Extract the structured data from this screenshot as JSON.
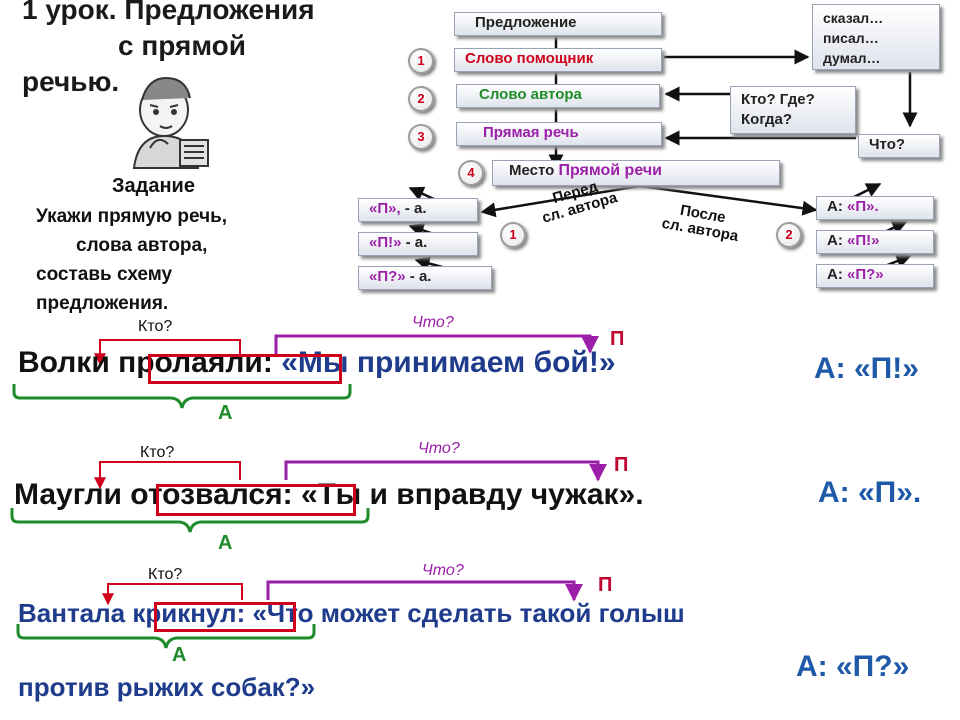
{
  "lesson": {
    "line1": "1 урок. Предложения",
    "line2": "с прямой",
    "line3": "речью."
  },
  "task": {
    "heading": "Задание",
    "line1": "Укажи прямую речь,",
    "line2": "слова автора,",
    "line3": "составь схему",
    "line4": "предложения."
  },
  "schema": {
    "sentence": "Предложение",
    "helper": "Слово помощник",
    "author": "Слово автора",
    "direct": "Прямая речь",
    "place_prefix": "Место",
    "place_word": "Прямой речи",
    "verbs": [
      "сказал…",
      "писал…",
      "думал…"
    ],
    "who_where": [
      "Кто? Где?",
      "Когда?"
    ],
    "what": "Что?",
    "before": [
      "Перед",
      "сл. автора"
    ],
    "after": [
      "После",
      "сл. автора"
    ],
    "left_patterns": [
      {
        "p": "«П», ",
        "a": "- а."
      },
      {
        "p": "«П!» ",
        "a": "- а."
      },
      {
        "p": "«П?» ",
        "a": "- а."
      }
    ],
    "right_patterns": [
      {
        "a": "А: ",
        "p": "«П»."
      },
      {
        "a": "А: ",
        "p": "«П!»"
      },
      {
        "a": "А: ",
        "p": "«П?»"
      }
    ],
    "numbers": [
      "1",
      "2",
      "3",
      "4",
      "1",
      "2"
    ]
  },
  "examples": [
    {
      "author": "Волки пролаяли:",
      "speech": "«Мы принимаем бой!»",
      "who": "Кто?",
      "what": "Что?",
      "p": "П",
      "a": "А",
      "scheme": "А: «П!»"
    },
    {
      "author": "Маугли отозвался:",
      "speech": "«Ты и вправду чужак».",
      "who": "Кто?",
      "what": "Что?",
      "p": "П",
      "a": "А",
      "scheme": "А: «П»."
    },
    {
      "author": "Вантала крикнул:",
      "speech": "«Что может сделать такой голыш",
      "speech2": "против рыжих собак?»",
      "who": "Кто?",
      "what": "Что?",
      "p": "П",
      "a": "А",
      "scheme": "А: «П?»"
    }
  ]
}
